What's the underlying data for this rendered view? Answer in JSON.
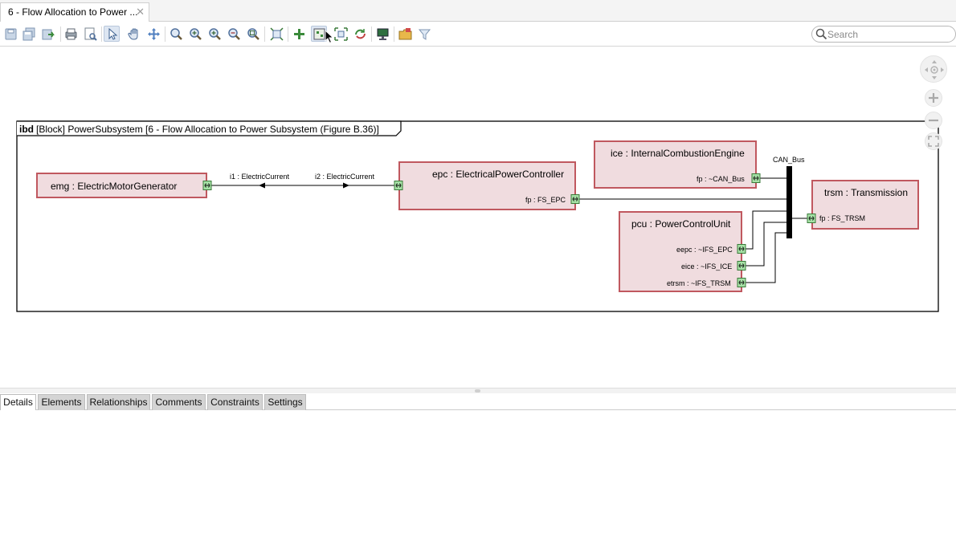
{
  "document_tab": {
    "title": "6 - Flow Allocation to Power ...",
    "close_glyph": "✕"
  },
  "toolbar": {
    "search_placeholder": "Search",
    "buttons": [
      "save-icon",
      "save-all-icon",
      "export-icon",
      "print-icon",
      "print-preview-icon",
      "select-icon",
      "pan-icon",
      "move-icon",
      "zoom-icon",
      "zoom-in-icon",
      "zoom-in-icon",
      "zoom-out-icon",
      "zoom-fit-icon",
      "layout-icon",
      "add-element-icon",
      "fit-diagram-icon",
      "expand-icon",
      "refresh-icon",
      "monitor-icon",
      "folder-icon",
      "filter-icon"
    ]
  },
  "diagram": {
    "frame_kind": "ibd",
    "frame_title": "[Block] PowerSubsystem [6 - Flow Allocation to Power Subsystem (Figure B.36)]",
    "parts": {
      "emg": "emg : ElectricMotorGenerator",
      "epc": "epc : ElectricalPowerController",
      "ice": "ice : InternalCombustionEngine",
      "pcu": "pcu : PowerControlUnit",
      "trsm": "trsm : Transmission"
    },
    "ports": {
      "epc_fp": "fp : FS_EPC",
      "ice_fp": "fp : ~CAN_Bus",
      "trsm_fp": "fp : FS_TRSM",
      "pcu_eepc": "eepc : ~IFS_EPC",
      "pcu_eice": "eice : ~IFS_ICE",
      "pcu_etrsm": "etrsm : ~IFS_TRSM"
    },
    "flows": {
      "i1": "i1 : ElectricCurrent",
      "i2": "i2 : ElectricCurrent"
    },
    "bus_label": "CAN_Bus",
    "colors": {
      "part_fill": "#f0dcdf",
      "part_border": "#c0585f",
      "port_fill": "#a6e1a6"
    }
  },
  "bottom_tabs": [
    "Details",
    "Elements",
    "Relationships",
    "Comments",
    "Constraints",
    "Settings"
  ]
}
